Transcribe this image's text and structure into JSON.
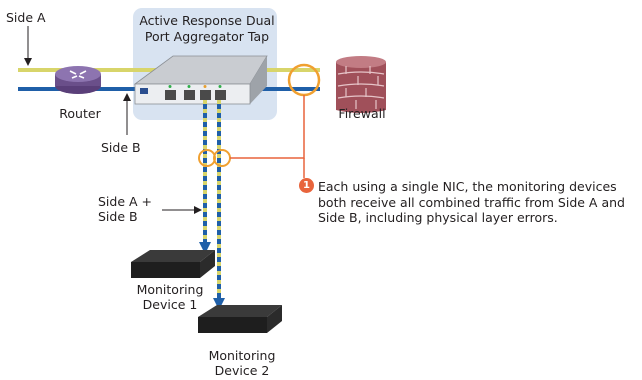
{
  "labels": {
    "side_a": "Side A",
    "side_b": "Side B",
    "router": "Router",
    "firewall": "Firewall",
    "tap": "Active Response Dual Port Aggregator Tap",
    "side_ab_line1": "Side A +",
    "side_ab_line2": "Side B",
    "device1_line1": "Monitoring",
    "device1_line2": "Device 1",
    "device2_line1": "Monitoring",
    "device2_line2": "Device 2"
  },
  "note": {
    "number": "1",
    "text": "Each using a single NIC, the monitoring devices both receive all combined traffic from Side A and Side B, including physical layer errors."
  },
  "colors": {
    "side_a_line": "#d8d56a",
    "side_b_line": "#1f5fa8",
    "tap_box": "#d8e3f1",
    "callout": "#f0a030",
    "note_badge": "#e8643c",
    "router": "#6a4f8a",
    "firewall": "#a0505a"
  },
  "icons": [
    "router-icon",
    "firewall-icon",
    "tap-device-icon",
    "monitoring-device-icon"
  ]
}
